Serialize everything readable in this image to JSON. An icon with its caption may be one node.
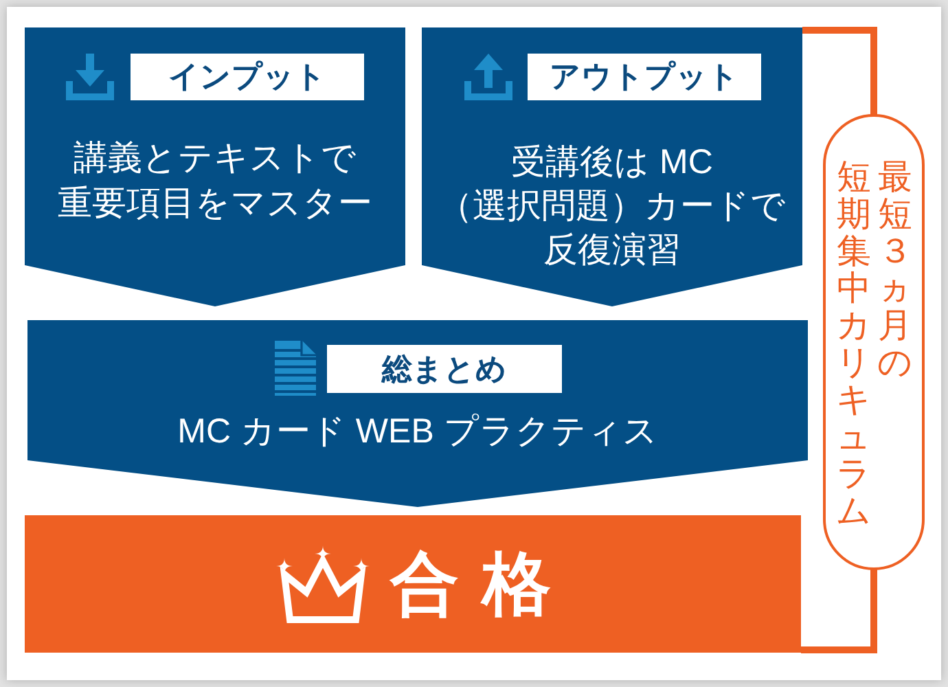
{
  "diagram": {
    "nodes": [
      {
        "text": [
          "インプット",
          "講義とテキストで重要項目をマスター"
        ]
      },
      {
        "text": [
          "アウトプット",
          "受講後は MC（選択問題）カードで反復演習"
        ]
      },
      {
        "text": [
          "総まとめ",
          "MC カード WEB プラクティス"
        ]
      },
      {
        "text": [
          "合格"
        ]
      },
      {
        "text": [
          "最短３ヵ月の短期集中カリキュラム"
        ]
      }
    ]
  }
}
